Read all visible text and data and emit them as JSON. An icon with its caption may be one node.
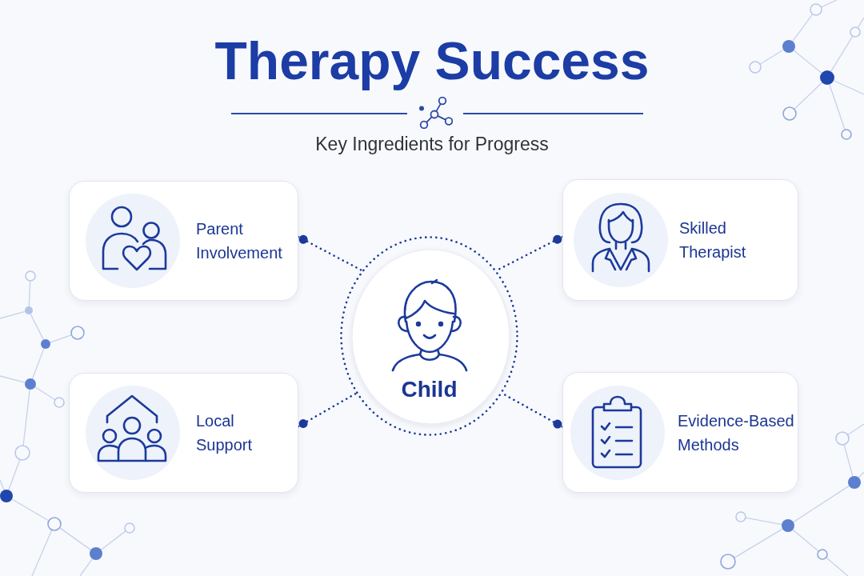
{
  "diagram": {
    "title": "Therapy Success",
    "nodes": [
      {
        "text": [
          "Parent Involvement"
        ]
      },
      {
        "text": [
          "Skilled Therapist"
        ]
      },
      {
        "text": [
          "Child"
        ]
      },
      {
        "text": [
          "Local Support"
        ]
      },
      {
        "text": [
          "Evidence-Based Methods"
        ]
      }
    ],
    "edges": [
      {
        "from": 0,
        "to": 2,
        "arrow": "other",
        "style": "dashed"
      },
      {
        "from": 1,
        "to": 2,
        "arrow": "other",
        "style": "dashed"
      },
      {
        "from": 3,
        "to": 2,
        "arrow": "other",
        "style": "dashed"
      },
      {
        "from": 4,
        "to": 2,
        "arrow": "other",
        "style": "dashed"
      }
    ],
    "labels": [
      "Key Ingredients for Progress"
    ]
  }
}
